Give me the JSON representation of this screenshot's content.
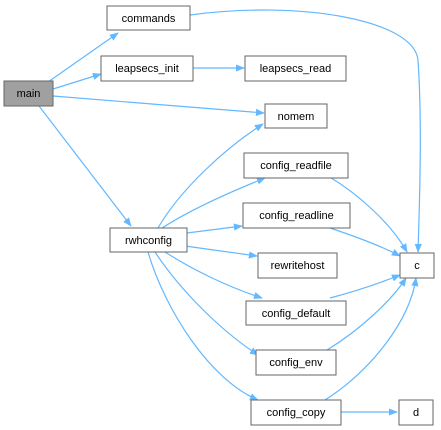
{
  "graph": {
    "colors": {
      "edge": "#63b8ff",
      "node_border": "#666666",
      "node_fill": "#ffffff",
      "root_fill": "#a0a0a0"
    },
    "nodes": [
      {
        "id": "main",
        "label": "main",
        "root": true
      },
      {
        "id": "commands",
        "label": "commands"
      },
      {
        "id": "leapsecs_init",
        "label": "leapsecs_init"
      },
      {
        "id": "leapsecs_read",
        "label": "leapsecs_read"
      },
      {
        "id": "nomem",
        "label": "nomem"
      },
      {
        "id": "rwhconfig",
        "label": "rwhconfig"
      },
      {
        "id": "config_readfile",
        "label": "config_readfile"
      },
      {
        "id": "config_readline",
        "label": "config_readline"
      },
      {
        "id": "rewritehost",
        "label": "rewritehost"
      },
      {
        "id": "config_default",
        "label": "config_default"
      },
      {
        "id": "config_env",
        "label": "config_env"
      },
      {
        "id": "config_copy",
        "label": "config_copy"
      },
      {
        "id": "c",
        "label": "c"
      },
      {
        "id": "d",
        "label": "d"
      }
    ],
    "edges": [
      {
        "from": "main",
        "to": "commands"
      },
      {
        "from": "main",
        "to": "leapsecs_init"
      },
      {
        "from": "main",
        "to": "nomem"
      },
      {
        "from": "main",
        "to": "rwhconfig"
      },
      {
        "from": "commands",
        "to": "c"
      },
      {
        "from": "leapsecs_init",
        "to": "leapsecs_read"
      },
      {
        "from": "rwhconfig",
        "to": "nomem"
      },
      {
        "from": "rwhconfig",
        "to": "config_readfile"
      },
      {
        "from": "rwhconfig",
        "to": "config_readline"
      },
      {
        "from": "rwhconfig",
        "to": "rewritehost"
      },
      {
        "from": "rwhconfig",
        "to": "config_default"
      },
      {
        "from": "rwhconfig",
        "to": "config_env"
      },
      {
        "from": "rwhconfig",
        "to": "config_copy"
      },
      {
        "from": "config_readfile",
        "to": "c"
      },
      {
        "from": "config_readline",
        "to": "c"
      },
      {
        "from": "config_default",
        "to": "c"
      },
      {
        "from": "config_env",
        "to": "c"
      },
      {
        "from": "config_copy",
        "to": "c"
      },
      {
        "from": "config_copy",
        "to": "d"
      }
    ]
  }
}
